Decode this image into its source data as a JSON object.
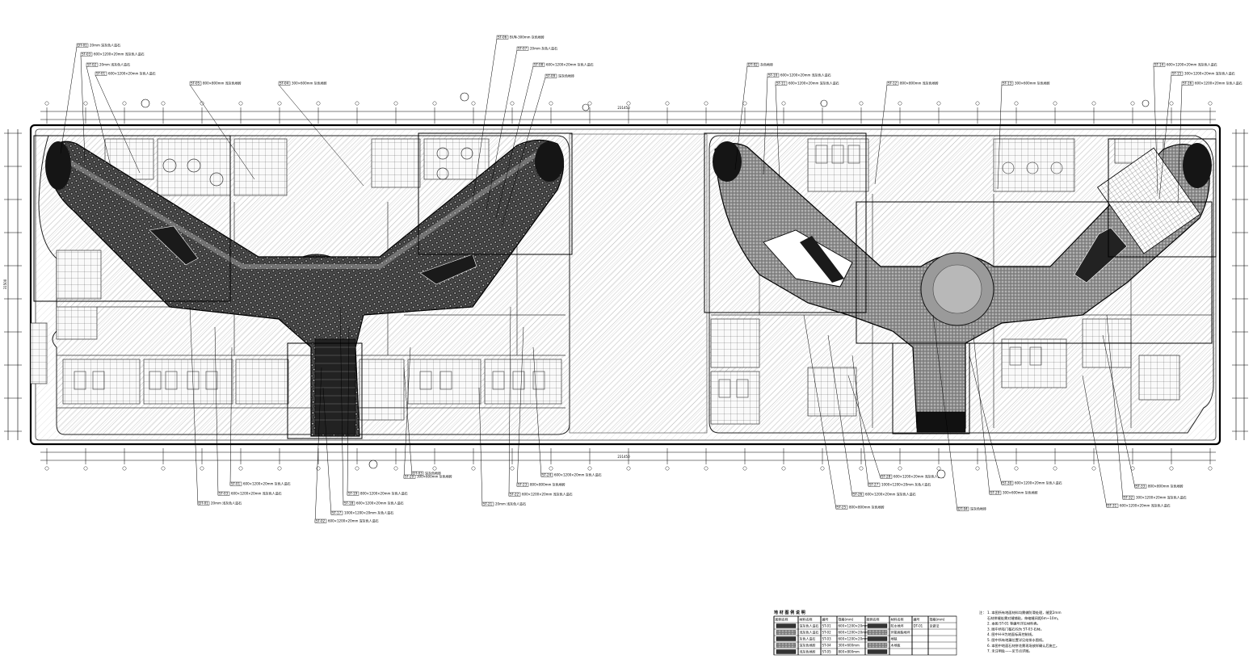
{
  "drawing": {
    "title": "",
    "dim_top_total": "231450",
    "dim_bottom_total": "231450",
    "dim_left_total": "31500"
  },
  "callouts_top_left": [
    {
      "code": "DT-01",
      "text": "20mm 深灰色人造石"
    },
    {
      "code": "ST-03",
      "text": "600×1200×20mm 浅灰色人造石"
    },
    {
      "code": "ST-02",
      "text": "20mm 浅灰色人造石"
    },
    {
      "code": "ST-01",
      "text": "600×1200×20mm 灰色人造石"
    },
    {
      "code": "ST-05",
      "text": "800×800mm 浅灰色地砖"
    },
    {
      "code": "ST-04",
      "text": "300×600mm 灰色地砖"
    }
  ],
  "callouts_top_mid": [
    {
      "code": "ST-06",
      "text": "BUN-300mm 灰色地砖"
    },
    {
      "code": "ST-07",
      "text": "20mm 灰色人造石"
    },
    {
      "code": "ST-08",
      "text": "600×1200×20mm 灰色人造石"
    },
    {
      "code": "ST-09",
      "text": "深灰色地砖"
    }
  ],
  "callouts_top_right": [
    {
      "code": "DT-02",
      "text": "灰色地砖"
    },
    {
      "code": "ST-10",
      "text": "600×1200×20mm 浅灰色人造石"
    },
    {
      "code": "ST-11",
      "text": "600×1200×20mm 深灰色人造石"
    },
    {
      "code": "ST-12",
      "text": "800×800mm 浅灰色地砖"
    },
    {
      "code": "ST-13",
      "text": "300×600mm 灰色地砖"
    },
    {
      "code": "ST-14",
      "text": "600×1200×20mm 浅灰色人造石"
    },
    {
      "code": "ST-15",
      "text": "300×1200×20mm 深灰色人造石"
    },
    {
      "code": "ST-16",
      "text": "600×1200×20mm 灰色人造石"
    }
  ],
  "callouts_bottom_left": [
    {
      "code": "DT-01",
      "text": "20mm 浅灰色人造石"
    },
    {
      "code": "ST-03",
      "text": "600×1200×20mm 浅灰色人造石"
    },
    {
      "code": "ST-01",
      "text": "600×1200×20mm 灰色人造石"
    },
    {
      "code": "ST-02",
      "text": "600×1200×20mm 深灰色人造石"
    },
    {
      "code": "ST-17",
      "text": "1000×1200×20mm 灰色人造石"
    },
    {
      "code": "ST-18",
      "text": "600×1200×20mm 灰色人造石"
    },
    {
      "code": "ST-19",
      "text": "800×1200×20mm 灰色人造石"
    },
    {
      "code": "ST-20",
      "text": "300×600mm 灰色地砖"
    },
    {
      "code": "DT-03",
      "text": "深灰色地砖"
    },
    {
      "code": "ST-21",
      "text": "20mm 浅灰色人造石"
    },
    {
      "code": "ST-22",
      "text": "600×1200×20mm 浅灰色人造石"
    },
    {
      "code": "ST-23",
      "text": "800×800mm 灰色地砖"
    },
    {
      "code": "ST-24",
      "text": "600×1200×20mm 灰色人造石"
    }
  ],
  "callouts_bottom_right": [
    {
      "code": "ST-25",
      "text": "800×800mm 灰色地砖"
    },
    {
      "code": "ST-26",
      "text": "600×1200×20mm 深灰色人造石"
    },
    {
      "code": "ST-27",
      "text": "1000×1200×20mm 灰色人造石"
    },
    {
      "code": "ST-28",
      "text": "600×1200×20mm 浅灰色人造石"
    },
    {
      "code": "DT-04",
      "text": "深灰色地砖"
    },
    {
      "code": "ST-29",
      "text": "300×600mm 灰色地砖"
    },
    {
      "code": "ST-30",
      "text": "600×1200×20mm 灰色人造石"
    },
    {
      "code": "ST-31",
      "text": "600×1200×20mm 浅灰色人造石"
    },
    {
      "code": "ST-32",
      "text": "300×1200×20mm 深灰色人造石"
    },
    {
      "code": "ST-33",
      "text": "800×800mm 灰色地砖"
    }
  ],
  "legend": {
    "title": "地 材 图 例 说 明",
    "headers": [
      "图例名称",
      "材料名称",
      "编号",
      "规格(mm)",
      "图例名称",
      "材料名称",
      "编号",
      "规格(mm)"
    ],
    "rows": [
      [
        "",
        "深灰色人造石",
        "ST-01",
        "600×1200×20mm",
        "",
        "防水地坪",
        "DT-01",
        "见做法"
      ],
      [
        "",
        "浅灰色人造石",
        "ST-02",
        "600×1200×20mm",
        "",
        "环氧树脂地坪",
        "",
        ""
      ],
      [
        "",
        "灰色人造石",
        "ST-03",
        "600×1200×20mm",
        "",
        "地毯",
        "",
        ""
      ],
      [
        "",
        "深灰色地砖",
        "ST-04",
        "300×600mm",
        "",
        "木地板",
        "",
        ""
      ],
      [
        "",
        "浅灰色地砖",
        "ST-05",
        "800×800mm",
        "",
        "",
        "",
        ""
      ]
    ]
  },
  "notes": {
    "header": "注：",
    "items": [
      "1. 本图所有地面材料均需做防滑处理，缝宽2mm",
      "   石材拼缝处需对缝铺贴，伸缩缝间距6m~10m。",
      "2. 本图 ST-01 等编号详见材料表。",
      "3. 图中所有门槛石均为 ST-03 石材。",
      "4. 图中H-H为地面标高控制线。",
      "5. 图中所有地漏位置详见给排水图纸。",
      "6. 本图中地面石材拼花需现场放样确认后施工。",
      "7. 未注明处——见节点详图。"
    ]
  }
}
